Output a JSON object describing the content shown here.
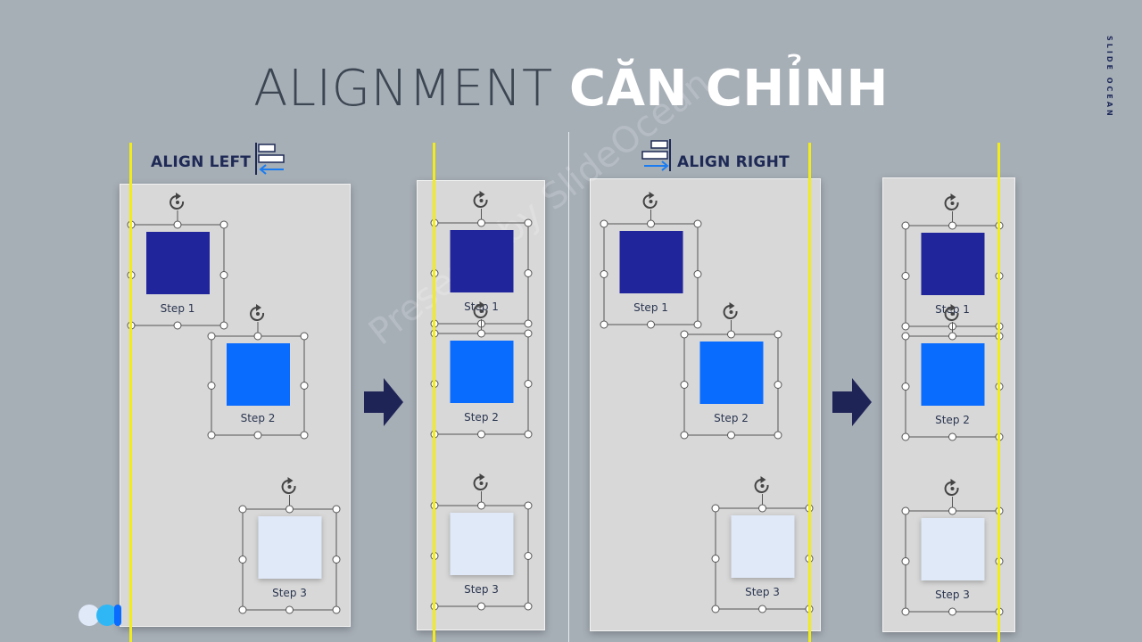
{
  "title": {
    "thin": "ALIGNMENT",
    "bold": "CĂN CHỈNH"
  },
  "brand": "SLIDE OCEAN",
  "watermark": "Presents by SlideOcean",
  "sections": {
    "left": {
      "label": "ALIGN LEFT"
    },
    "right": {
      "label": "ALIGN RIGHT"
    }
  },
  "steps": [
    "Step 1",
    "Step 2",
    "Step 3"
  ],
  "colors": {
    "background": "#a6aeb6",
    "step1": "#21259c",
    "step2": "#0a6bff",
    "step3": "#dfe9f8",
    "guide": "#f2ec1a",
    "arrow": "#1f2457",
    "title_dark": "#3c4652"
  },
  "icons": {
    "align_left": "align-left-icon",
    "align_right": "align-right-icon",
    "arrow": "arrow-right-icon",
    "rotate": "rotate-handle-icon"
  }
}
